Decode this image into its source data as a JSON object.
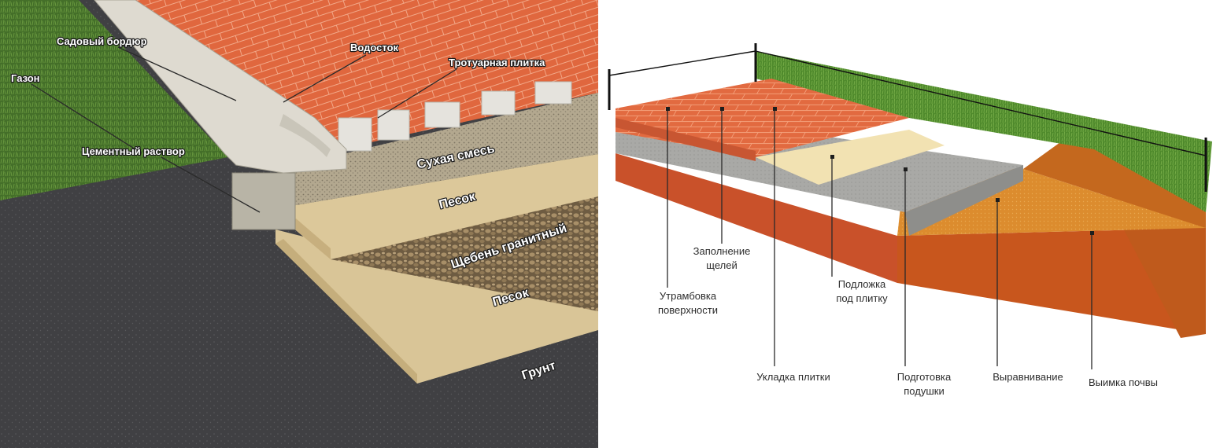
{
  "left_diagram": {
    "labels": {
      "border": "Садовый бордюр",
      "lawn": "Газон",
      "drain": "Водосток",
      "paving": "Тротуарная плитка",
      "mortar": "Цементный раствор",
      "dry_mix": "Сухая смесь",
      "sand_top": "Песок",
      "gravel": "Щебень гранитный",
      "sand_bottom": "Песок",
      "soil": "Грунт"
    }
  },
  "right_diagram": {
    "labels": {
      "gap_fill_1": "Заполнение",
      "gap_fill_2": "щелей",
      "compaction_1": "Утрамбовка",
      "compaction_2": "поверхности",
      "underlay_1": "Подложка",
      "underlay_2": "под плитку",
      "laying": "Укладка плитки",
      "cushion_1": "Подготовка",
      "cushion_2": "подушки",
      "leveling": "Выравнивание",
      "excavation": "Выимка почвы"
    }
  },
  "colors": {
    "brick": "#e0673e",
    "grass": "#4a7a2c",
    "sand": "#d9c597",
    "gravel": "#7d6a4e",
    "soil_dark": "#3a3a3c",
    "orange_soil": "#d98a2c"
  }
}
